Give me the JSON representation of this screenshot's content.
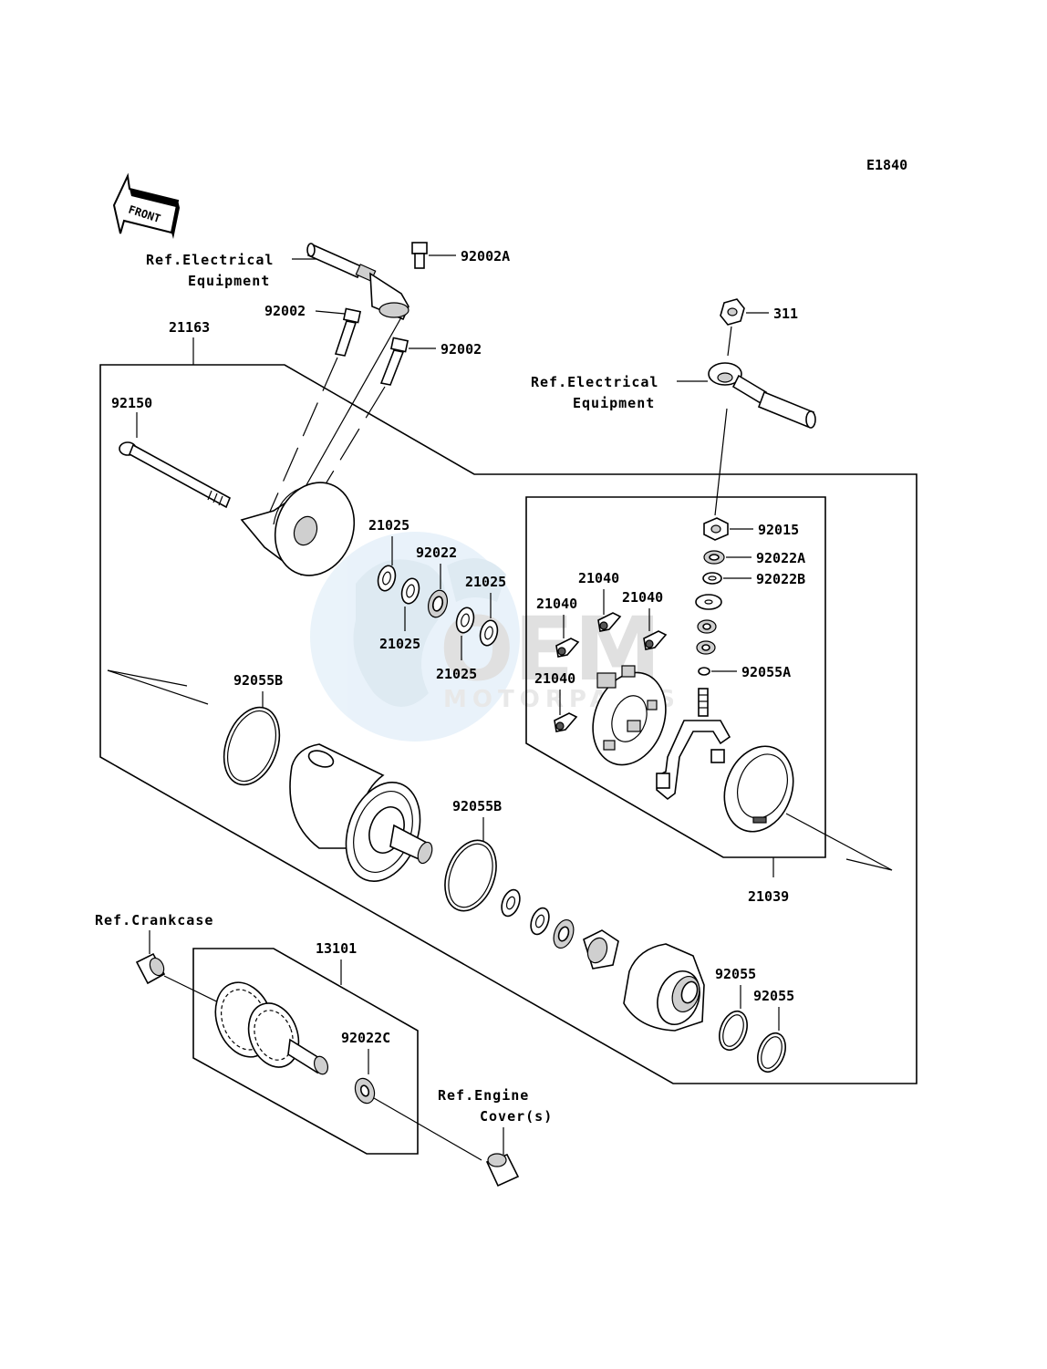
{
  "diagram_code": "E1840",
  "front_marker": "FRONT",
  "watermark": {
    "brand": "OEM",
    "sub": "MOTORPARTS"
  },
  "references": {
    "electrical_left": [
      "Ref.Electrical",
      "Equipment"
    ],
    "electrical_right": [
      "Ref.Electrical",
      "Equipment"
    ],
    "crankcase": "Ref.Crankcase",
    "engine_cover": [
      "Ref.Engine",
      "Cover(s)"
    ]
  },
  "parts": {
    "p92002A": "92002A",
    "p92002_a": "92002",
    "p92002_b": "92002",
    "p21163": "21163",
    "p311": "311",
    "p92150": "92150",
    "p21025_a": "21025",
    "p92022": "92022",
    "p21025_b": "21025",
    "p21025_c": "21025",
    "p21025_d": "21025",
    "p92015": "92015",
    "p92022A": "92022A",
    "p92022B": "92022B",
    "p21040_a": "21040",
    "p21040_b": "21040",
    "p21040_c": "21040",
    "p21040_d": "21040",
    "p92055A": "92055A",
    "p92055B_a": "92055B",
    "p92055B_b": "92055B",
    "p21039": "21039",
    "p13101": "13101",
    "p92022C": "92022C",
    "p92055_a": "92055",
    "p92055_b": "92055"
  }
}
